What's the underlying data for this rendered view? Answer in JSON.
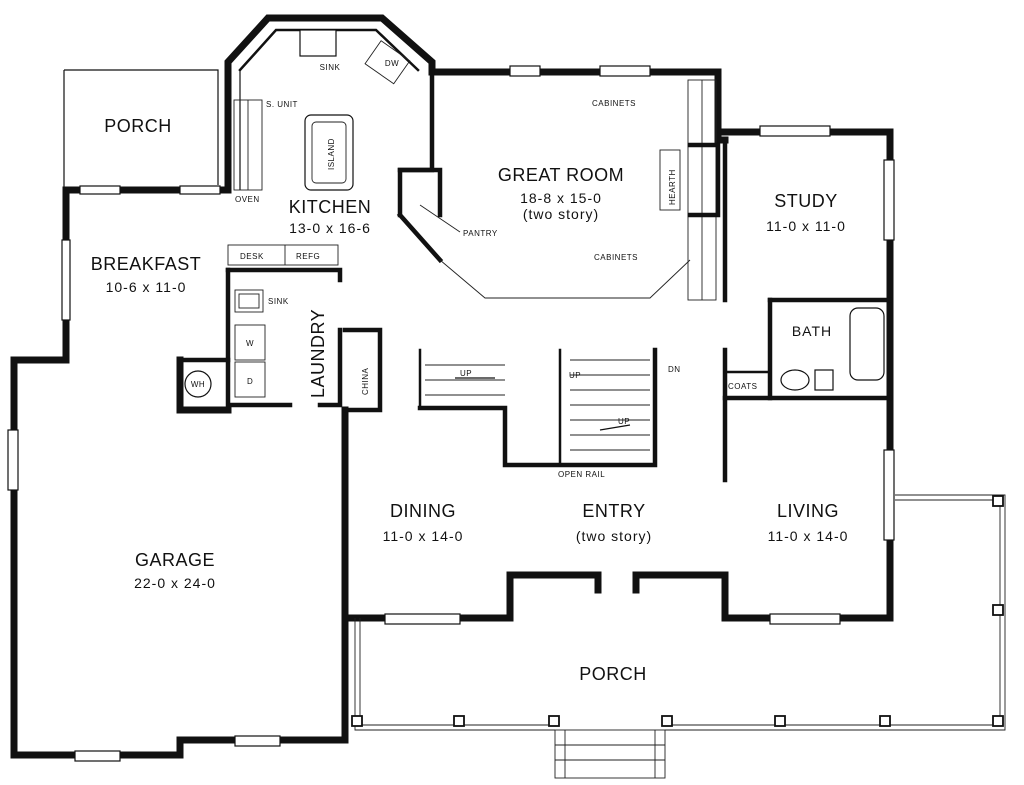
{
  "rooms": {
    "porch_rear": {
      "name": "PORCH"
    },
    "kitchen": {
      "name": "KITCHEN",
      "dims": "13-0 x 16-6"
    },
    "great_room": {
      "name": "GREAT ROOM",
      "dims": "18-8 x 15-0",
      "note": "(two story)"
    },
    "study": {
      "name": "STUDY",
      "dims": "11-0 x 11-0"
    },
    "breakfast": {
      "name": "BREAKFAST",
      "dims": "10-6 x 11-0"
    },
    "laundry": {
      "name": "LAUNDRY"
    },
    "bath": {
      "name": "BATH"
    },
    "garage": {
      "name": "GARAGE",
      "dims": "22-0 x 24-0"
    },
    "dining": {
      "name": "DINING",
      "dims": "11-0 x 14-0"
    },
    "entry": {
      "name": "ENTRY",
      "note": "(two story)"
    },
    "living": {
      "name": "LIVING",
      "dims": "11-0 x 14-0"
    },
    "porch_front": {
      "name": "PORCH"
    }
  },
  "fixtures": {
    "sink_kitchen": "SINK",
    "dw": "DW",
    "s_unit": "S. UNIT",
    "island": "ISLAND",
    "oven": "OVEN",
    "pantry": "PANTRY",
    "cabinets_top": "CABINETS",
    "cabinets_bottom": "CABINETS",
    "hearth": "HEARTH",
    "desk": "DESK",
    "refg": "REFG",
    "sink_laundry": "SINK",
    "washer": "W",
    "dryer": "D",
    "water_heater": "WH",
    "china": "CHINA",
    "coats": "COATS",
    "up1": "UP",
    "up2": "UP",
    "up3": "UP",
    "dn": "DN",
    "open_rail": "OPEN RAIL"
  }
}
